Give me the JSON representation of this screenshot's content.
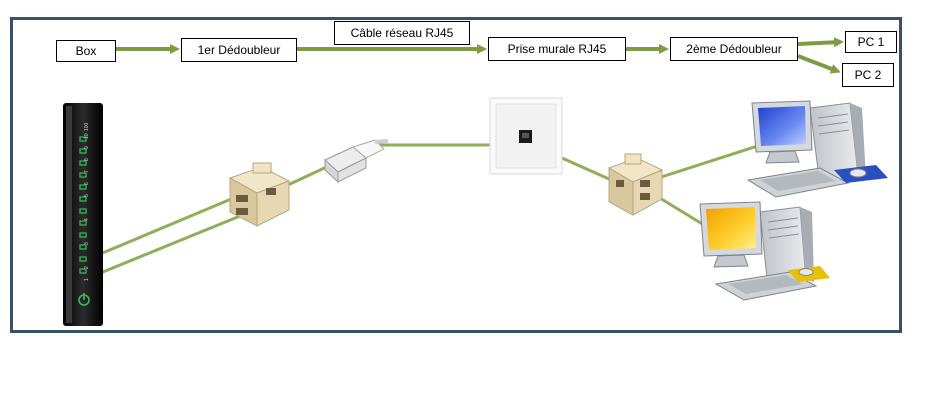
{
  "labels": {
    "box": "Box",
    "splitter1": "1er Dédoubleur",
    "cable": "Câble réseau RJ45",
    "wall": "Prise murale RJ45",
    "splitter2": "2ème Dédoubleur",
    "pc1": "PC 1",
    "pc2": "PC 2"
  },
  "router": {
    "ports": [
      "1",
      "2",
      "3",
      "4",
      "5",
      "6",
      "7",
      "8",
      "9",
      "10",
      "100"
    ]
  },
  "colors": {
    "arrow": "#7f9c45",
    "cable": "#8fae5a",
    "frame": "#3a5068"
  }
}
